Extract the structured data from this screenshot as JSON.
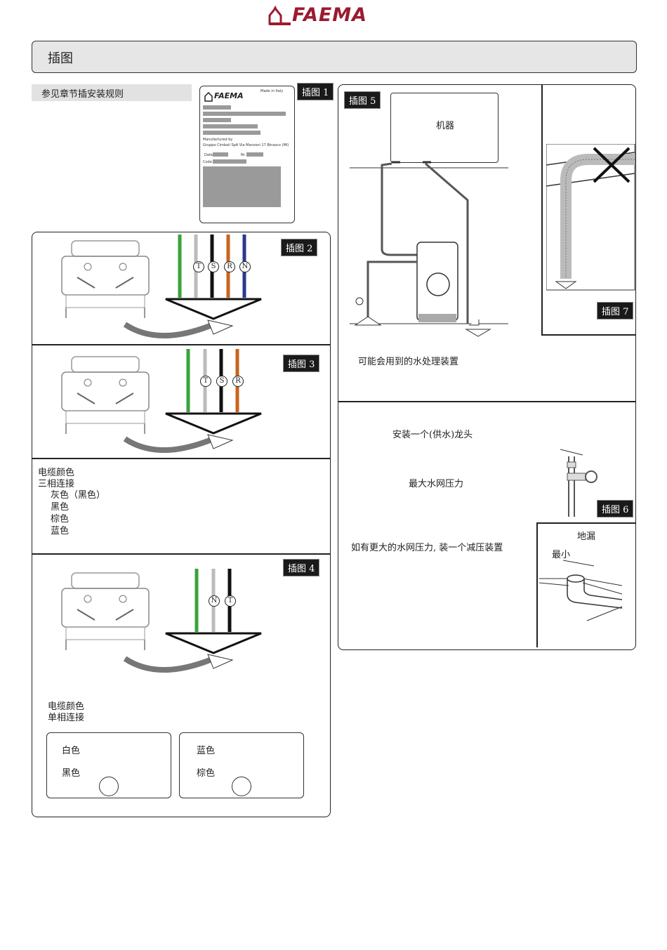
{
  "brand": {
    "name": "FAEMA",
    "color": "#9b1b30"
  },
  "header": {
    "title": "插图"
  },
  "see_rules": "参见章节插安装规则",
  "plate": {
    "brand": "FAEMA",
    "made_in": "Made in Italy",
    "manufactured_by": "Manufactured by",
    "address": "Gruppo Cimbali SpA Via Manzoni 17 Binasco (MI)",
    "date_label": "Date",
    "nr_label": "Nr",
    "code_label": "Code"
  },
  "figures": {
    "fig1": "插图 1",
    "fig2": "插图 2",
    "fig3": "插图 3",
    "fig4": "插图 4",
    "fig5": "插图 5",
    "fig6": "插图 6",
    "fig7": "插图 7"
  },
  "wire_labels": {
    "fig2": [
      "T",
      "S",
      "R",
      "N"
    ],
    "fig3": [
      "T",
      "S",
      "R"
    ],
    "fig4": [
      "N",
      "T"
    ]
  },
  "wire_colors": {
    "fig2": [
      "#3aa33a",
      "#bbbbbb",
      "#111111",
      "#c8641e",
      "#2b3a8a"
    ],
    "fig3": [
      "#3aa33a",
      "#bbbbbb",
      "#111111",
      "#c8641e"
    ],
    "fig4": [
      "#3aa33a",
      "#bbbbbb",
      "#111111"
    ]
  },
  "three_phase": {
    "cable_colors": "电缆颜色",
    "connection": "三相连接",
    "items": [
      "灰色（黑色）",
      "黑色",
      "棕色",
      "蓝色"
    ]
  },
  "single_phase": {
    "cable_colors": "电缆颜色",
    "connection": "单相连接",
    "box1": [
      "白色",
      "黑色"
    ],
    "box2": [
      "蓝色",
      "棕色"
    ]
  },
  "water": {
    "machine": "机器",
    "treatment": "可能会用到的水处理装置",
    "install_tap": "安装一个(供水)龙头",
    "max_pressure": "最大水网压力",
    "reducer": "如有更大的水网压力, 装一个减压装置",
    "drain": "地漏",
    "min": "最小"
  }
}
